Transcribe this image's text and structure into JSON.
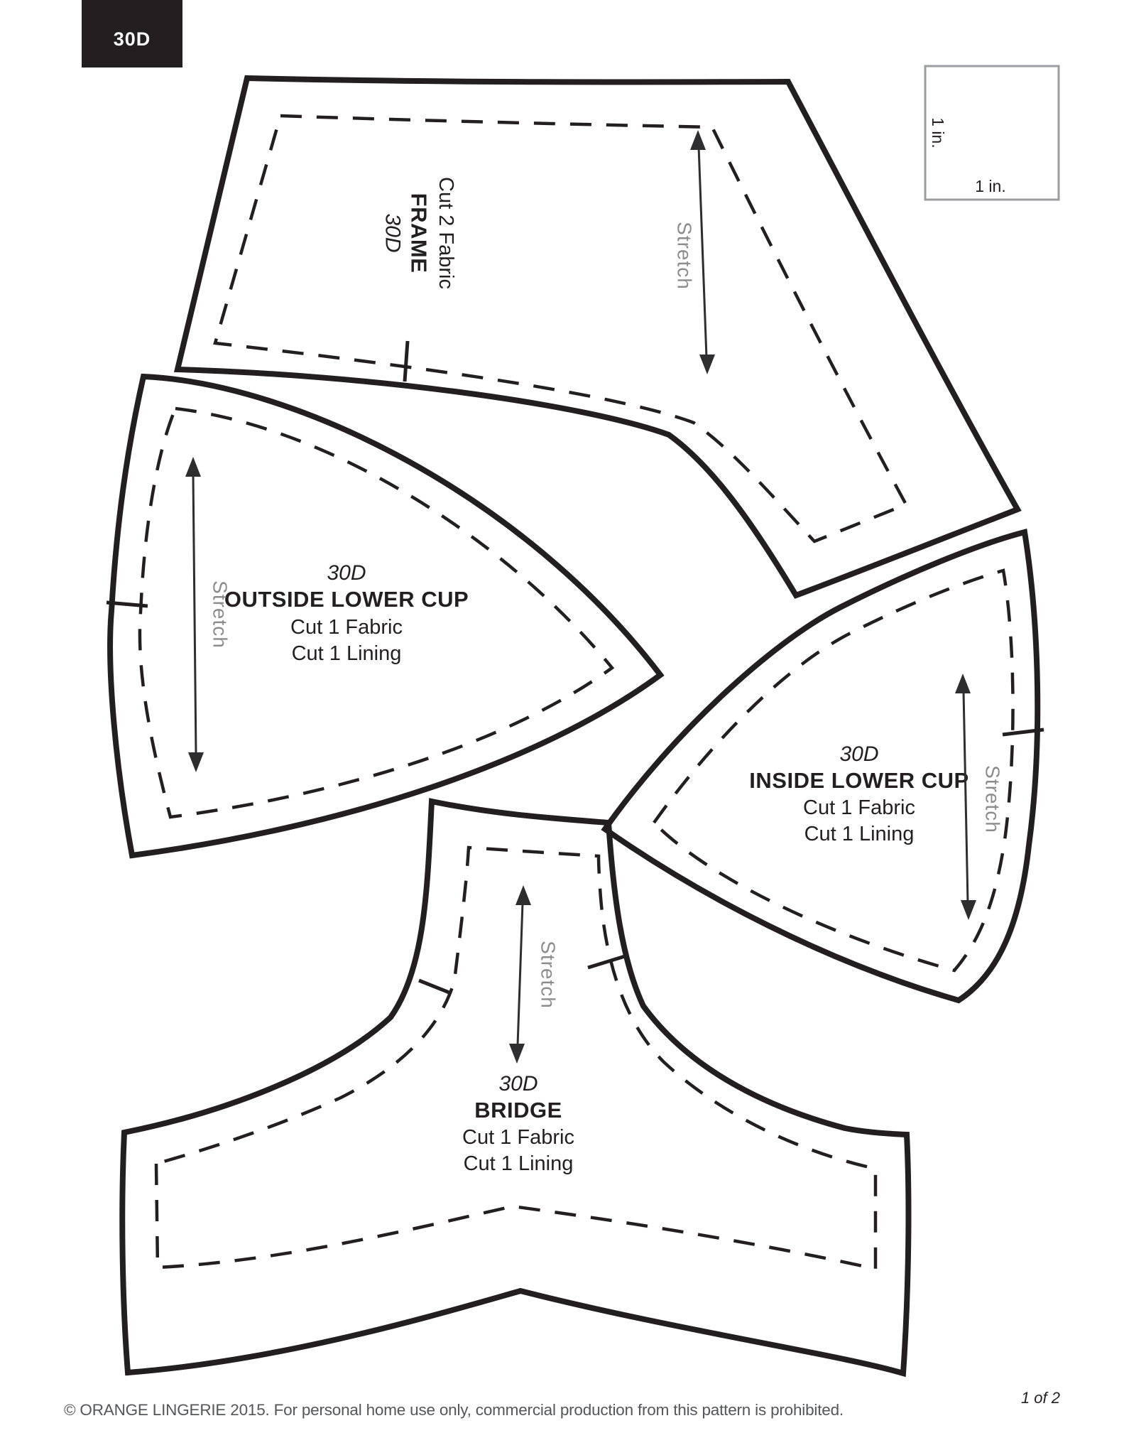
{
  "header": {
    "size_tag": "30D"
  },
  "scale_box": {
    "vertical_label": "1 in.",
    "horizontal_label": "1 in."
  },
  "pieces": {
    "frame": {
      "size": "30D",
      "name": "FRAME",
      "cut_line_1": "Cut 2 Fabric",
      "stretch_label": "Stretch"
    },
    "outside_lower_cup": {
      "size": "30D",
      "name": "OUTSIDE LOWER CUP",
      "cut_line_1": "Cut 1 Fabric",
      "cut_line_2": "Cut 1 Lining",
      "stretch_label": "Stretch"
    },
    "inside_lower_cup": {
      "size": "30D",
      "name": "INSIDE LOWER CUP",
      "cut_line_1": "Cut 1 Fabric",
      "cut_line_2": "Cut 1 Lining",
      "stretch_label": "Stretch"
    },
    "bridge": {
      "size": "30D",
      "name": "BRIDGE",
      "cut_line_1": "Cut 1 Fabric",
      "cut_line_2": "Cut 1 Lining",
      "stretch_label": "Stretch"
    }
  },
  "footer": {
    "copyright": "© ORANGE LINGERIE 2015. For personal home use only, commercial production from this pattern is prohibited.",
    "page_number": "1 of 2"
  },
  "colors": {
    "line": "#231f20",
    "stretch_text": "#8c8c8c",
    "scale_box_border": "#9b9da0",
    "footer_text": "#55565a",
    "header_box_bg": "#231f20",
    "header_box_text": "#ffffff"
  }
}
